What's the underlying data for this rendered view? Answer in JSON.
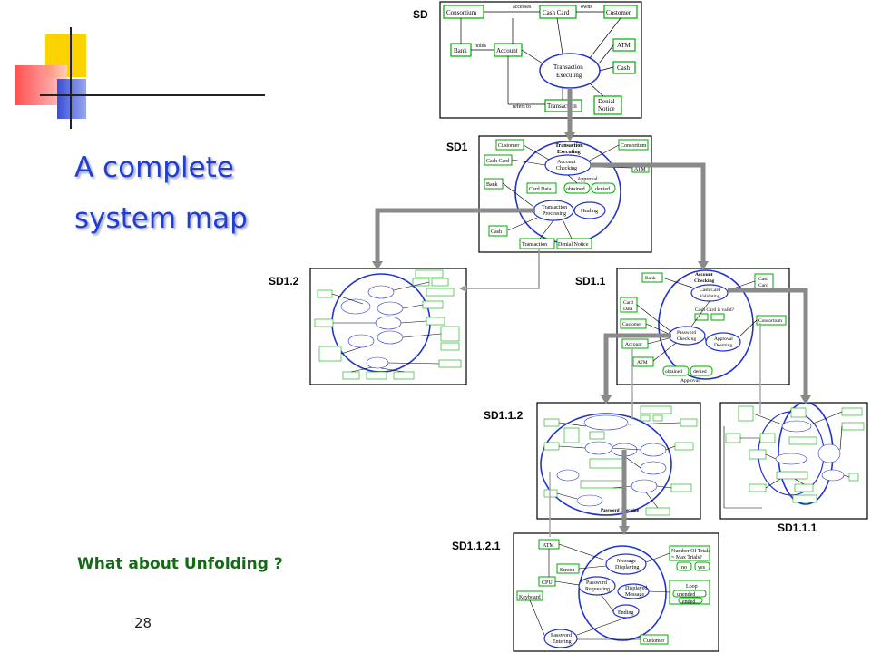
{
  "slide": {
    "title_line1": "A complete",
    "title_line2": "system map",
    "question": "What about Unfolding ?",
    "page_number": "28"
  },
  "diagram_labels": {
    "sd": "SD",
    "sd1": "SD1",
    "sd12": "SD1.2",
    "sd11": "SD1.1",
    "sd112": "SD1.1.2",
    "sd111": "SD1.1.1",
    "sd1121": "SD1.1.2.1"
  },
  "sd_nodes": {
    "consortium": "Consortium",
    "cash_card": "Cash Card",
    "customer": "Customer",
    "bank": "Bank",
    "account": "Account",
    "atm": "ATM",
    "cash": "Cash",
    "transaction_executing_1": "Transaction",
    "transaction_executing_2": "Executing",
    "transaction": "Transaction",
    "denial_notice_1": "Denial",
    "denial_notice_2": "Notice",
    "accesses": "accesses",
    "owns": "owns",
    "holds": "holds",
    "refers_to": "refers to"
  },
  "sd1_nodes": {
    "customer": "Customer",
    "consortium": "Consortium",
    "te_1": "Transaction",
    "te_2": "Executing",
    "cash_card": "Cash Card",
    "account_checking_1": "Account",
    "account_checking_2": "Checking",
    "atm": "ATM",
    "approval": "Approval",
    "bank": "Bank",
    "card_data": "Card Data",
    "obtained": "obtained",
    "denied": "denied",
    "tp_1": "Transaction",
    "tp_2": "Processing",
    "healing": "Healing",
    "cash": "Cash",
    "transaction": "Transaction",
    "denial_notice": "Denial Notice"
  },
  "sd11_nodes": {
    "bank": "Bank",
    "account_checking_1": "Account",
    "account_checking_2": "Checking",
    "cash_card": "Cash",
    "cash_card2": "Card",
    "ccv_1": "Cash Card",
    "ccv_2": "Validating",
    "card_data_1": "Card",
    "card_data_2": "Data",
    "cc_valid": "Cash Card is valid?",
    "customer": "Customer",
    "consortium": "Consortium",
    "password_checking_1": "Password",
    "password_checking_2": "Checking",
    "approval_deeming_1": "Approval",
    "approval_deeming_2": "Deeming",
    "account": "Account",
    "atm": "ATM",
    "obtained": "obtained",
    "denied": "denied",
    "approval": "Approval"
  },
  "sd1121_nodes": {
    "atm": "ATM",
    "screen": "Screen",
    "cpu": "CPU",
    "keyboard": "Keyboard",
    "message_displaying_1": "Message",
    "message_displaying_2": "Displaying",
    "password_requesting_1": "Password",
    "password_requesting_2": "Requesting",
    "displayed_message_1": "Displayed",
    "displayed_message_2": "Message",
    "ending": "Ending",
    "password_entering_1": "Password",
    "password_entering_2": "Entering",
    "customer": "Customer",
    "trials_1": "Number Of Trials",
    "trials_2": "= Max Trials?",
    "no": "no",
    "yes": "yes",
    "loop": "Loop",
    "unended": "unended",
    "ended": "ended"
  }
}
